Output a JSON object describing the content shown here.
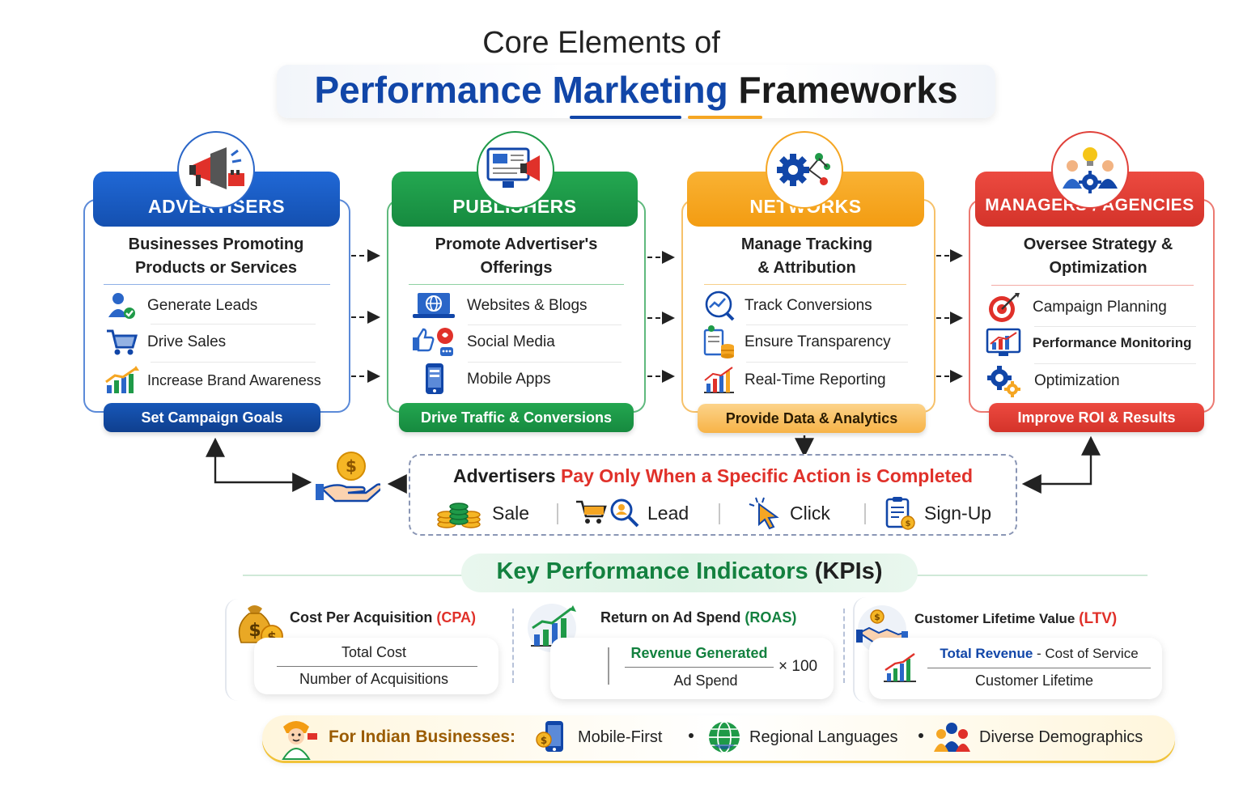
{
  "title": {
    "line1": "Core Elements of",
    "line2_part1": "Performance",
    "line2_part2": "Marketing",
    "line2_part3": "Frameworks"
  },
  "panels": [
    {
      "header": "ADVERTISERS",
      "subtitle_line1": "Businesses Promoting",
      "subtitle_line2": "Products or Services",
      "items": [
        "Generate Leads",
        "Drive Sales",
        "Increase Brand Awareness"
      ],
      "pill": "Set Campaign Goals",
      "color": "#1a5bc4",
      "icon": "megaphone-icon"
    },
    {
      "header": "PUBLISHERS",
      "subtitle_line1": "Promote Advertiser's",
      "subtitle_line2": "Offerings",
      "items": [
        "Websites & Blogs",
        "Social Media",
        "Mobile Apps"
      ],
      "pill": "Drive Traffic & Conversions",
      "color": "#1f9a48",
      "icon": "monitor-megaphone-icon"
    },
    {
      "header": "NETWORKS",
      "subtitle_line1": "Manage Tracking",
      "subtitle_line2": "& Attribution",
      "items": [
        "Track Conversions",
        "Ensure Transparency",
        "Real-Time Reporting"
      ],
      "pill": "Provide Data & Analytics",
      "color": "#f5a623",
      "icon": "gear-network-icon"
    },
    {
      "header": "MANAGERS / AGENCIES",
      "subtitle_line1": "Oversee Strategy &",
      "subtitle_line2": "Optimization",
      "items": [
        "Campaign Planning",
        "Performance Monitoring",
        "Optimization"
      ],
      "pill": "Improve ROI & Results",
      "color": "#e0413a",
      "icon": "team-lightbulb-icon"
    }
  ],
  "action": {
    "head_part1": "Advertisers",
    "head_part2": "Pay Only When a Specific Action is Completed",
    "items": [
      "Sale",
      "Lead",
      "Click",
      "Sign-Up"
    ]
  },
  "kpi": {
    "head_part1": "Key Performance Indicators",
    "head_part2": "(KPIs)",
    "cards": [
      {
        "title": "Cost Per Acquisition",
        "acronym": "(CPA)",
        "numerator": "Total Cost",
        "denominator": "Number of Acquisitions"
      },
      {
        "title": "Return on Ad Spend",
        "acronym": "(ROAS)",
        "numerator": "Revenue Generated",
        "denominator": "Ad Spend",
        "multiplier": "× 100"
      },
      {
        "title": "Customer Lifetime Value",
        "acronym": "(LTV)",
        "numerator_part1": "Total Revenue",
        "numerator_part2": " - Cost of Service",
        "denominator": "Customer Lifetime"
      }
    ]
  },
  "india": {
    "title": "For Indian Businesses:",
    "items": [
      "Mobile-First",
      "Regional Languages",
      "Diverse Demographics"
    ]
  }
}
